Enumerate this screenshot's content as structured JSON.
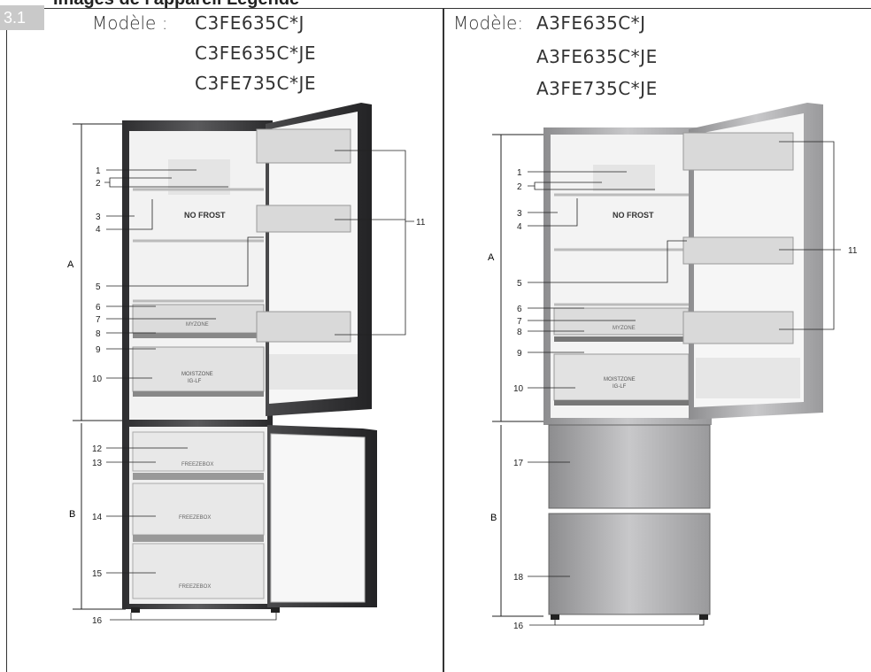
{
  "header": {
    "title": "Images de l'appareil Légende",
    "section_number": "3.1"
  },
  "left": {
    "model_label": "Modèle :",
    "models": [
      "C3FE635C*J",
      "C3FE635C*JE",
      "C3FE735C*JE"
    ],
    "callouts": [
      "1",
      "2",
      "3",
      "4",
      "5",
      "6",
      "7",
      "8",
      "9",
      "10",
      "11",
      "12",
      "13",
      "14",
      "15",
      "16"
    ],
    "dim_a": "A",
    "dim_b": "B",
    "logo_nofrost": "NO FROST",
    "drawer_myzone": "MYZONE",
    "drawer_moistzone": "MOISTZONE",
    "drawer_iglf": "IG-LF",
    "freezebox": "FREEZEBOX"
  },
  "right": {
    "model_label": "Modèle:",
    "models": [
      "A3FE635C*J",
      "A3FE635C*JE",
      "A3FE735C*JE"
    ],
    "callouts": [
      "1",
      "2",
      "3",
      "4",
      "5",
      "6",
      "7",
      "8",
      "9",
      "10",
      "11",
      "16",
      "17",
      "18"
    ],
    "dim_a": "A",
    "dim_b": "B",
    "logo_nofrost": "NO FROST",
    "drawer_myzone": "MYZONE",
    "drawer_moistzone": "MOISTZONE",
    "drawer_iglf": "IG-LF"
  },
  "colors": {
    "steel_dark": "#3a3a3c",
    "steel_light": "#b9b9b9",
    "interior": "#efefef",
    "line": "#222222",
    "section_box": "#c9c9c9"
  }
}
